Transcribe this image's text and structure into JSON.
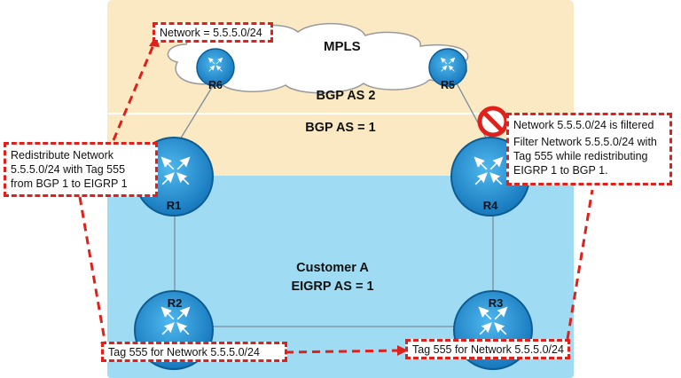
{
  "zones": {
    "bgp_as2": "BGP AS 2",
    "bgp_as1": "BGP AS = 1",
    "customer_name": "Customer A",
    "customer_as": "EIGRP AS = 1",
    "cloud": "MPLS"
  },
  "routers": {
    "r1": "R1",
    "r2": "R2",
    "r3": "R3",
    "r4": "R4",
    "r5": "R5",
    "r6": "R6"
  },
  "notes": {
    "network": "Network = 5.5.5.0/24",
    "redistribute": [
      "Redistribute Network",
      "5.5.5.0/24 with Tag 555",
      "from BGP 1 to EIGRP 1"
    ],
    "filtered": "Network 5.5.5.0/24 is filtered",
    "filter_desc": [
      "Filter Network 5.5.5.0/24 with",
      "Tag 555 while redistributing",
      "EIGRP 1 to BGP 1."
    ],
    "tag_r2": "Tag 555 for Network 5.5.5.0/24",
    "tag_r3": "Tag 555 for Network 5.5.5.0/24"
  },
  "colors": {
    "bgp_zone": "#fbe9c4",
    "eigrp_zone": "#9fdcf3",
    "router": "#1e8fcf",
    "dashed": "#e0201a",
    "block_icon": "#e0201a"
  }
}
